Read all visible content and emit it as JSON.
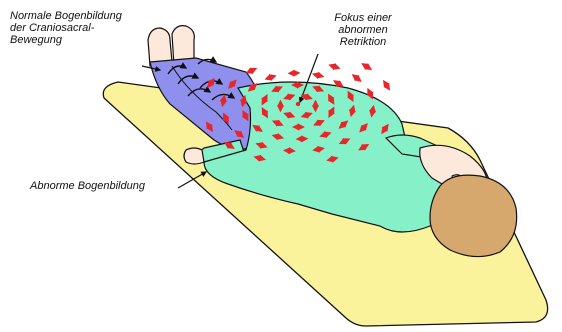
{
  "labels": {
    "normal": [
      "Normale Bogenbildung",
      "der Craniosacral-",
      "Bewegung"
    ],
    "fokus": [
      "Fokus einer",
      "abnormen",
      "Retriktion"
    ],
    "abnormal": "Abnorme Bogenbildung"
  },
  "colors": {
    "mat": "#fbf39c",
    "pants": "#8f8fee",
    "shirt": "#86f0c8",
    "skin": "#fde8dc",
    "hair": "#d6a86e",
    "arrows_abnormal": "#e8262a",
    "arrows_normal": "#111111",
    "outline": "#111111"
  },
  "icons": [
    "arrow-icon",
    "circular-arrow-icon"
  ]
}
